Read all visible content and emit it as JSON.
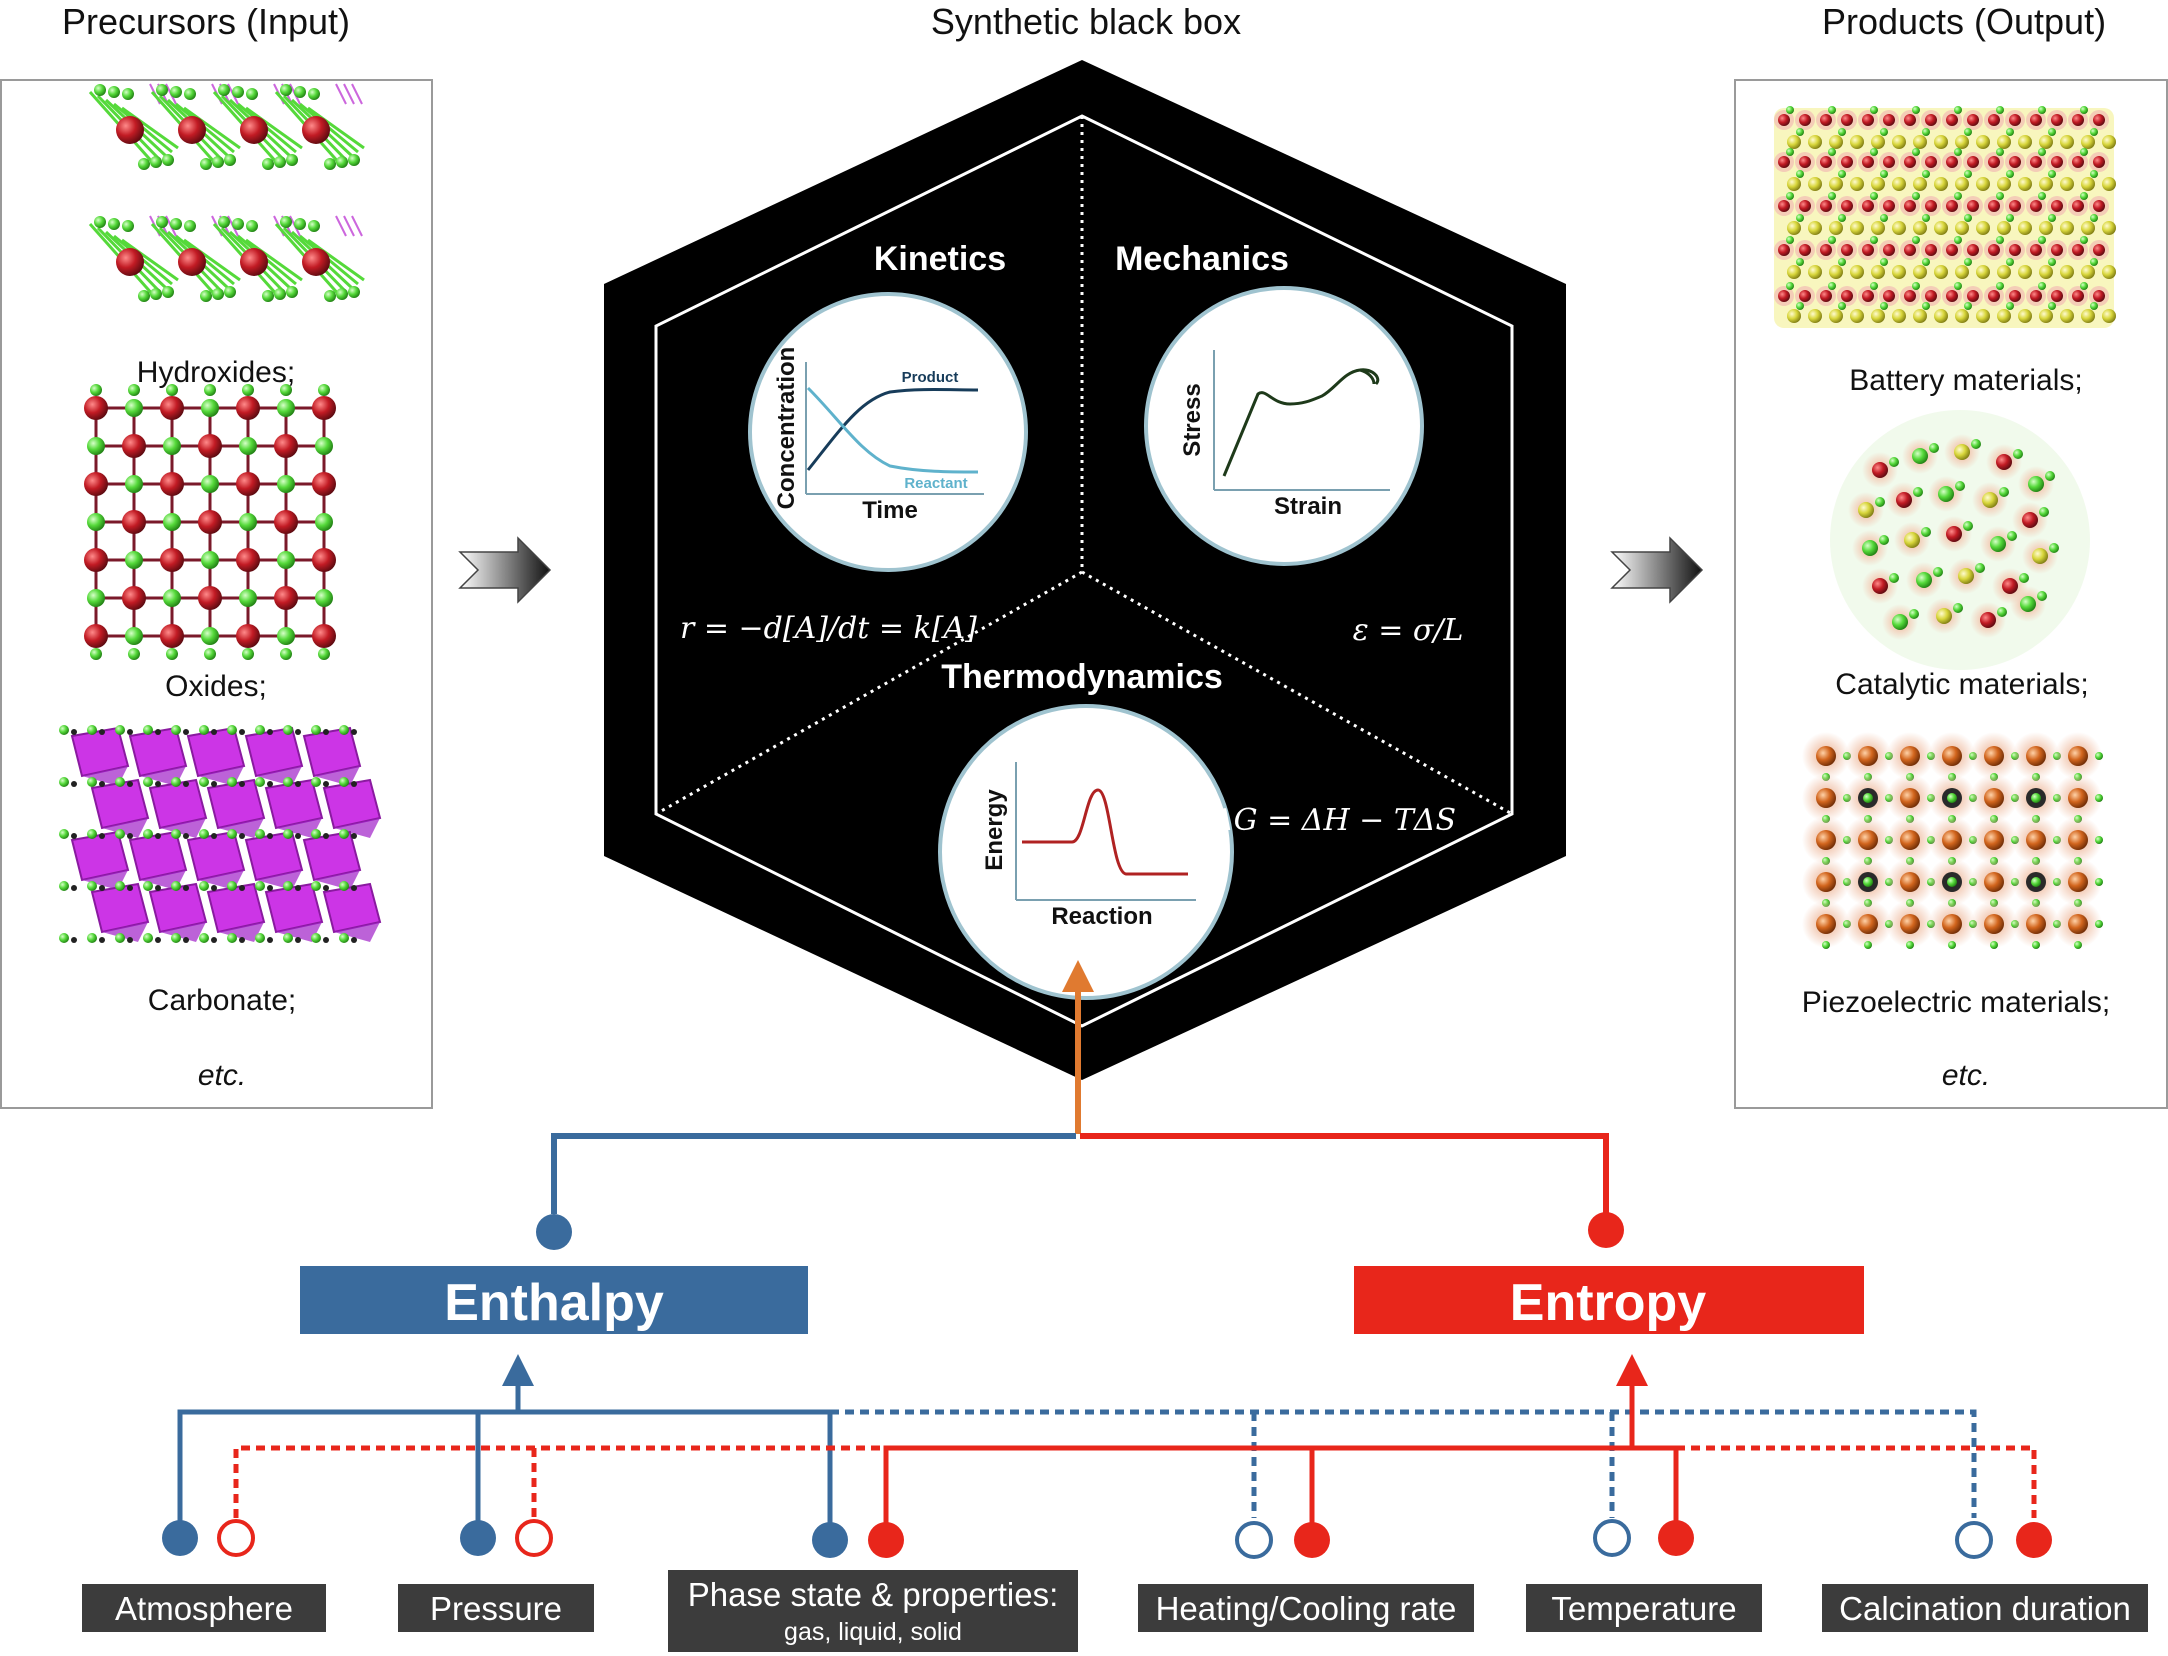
{
  "headings": {
    "input": "Precursors (Input)",
    "box": "Synthetic black box",
    "output": "Products (Output)"
  },
  "precursors": [
    "Hydroxides;",
    "Oxides;",
    "Carbonate;"
  ],
  "precursors_etc": "etc.",
  "products": [
    "Battery materials;",
    "Catalytic materials;",
    "Piezoelectric materials;"
  ],
  "products_etc": "etc.",
  "hexagon": {
    "kinetics": {
      "title": "Kinetics",
      "ylabel": "Concentration",
      "xlabel": "Time",
      "product": "Product",
      "reactant": "Reactant",
      "equation": "r = −d[A]/dt = k[A]"
    },
    "mechanics": {
      "title": "Mechanics",
      "ylabel": "Stress",
      "xlabel": "Strain",
      "equation": "ε = σ/L"
    },
    "thermodynamics": {
      "title": "Thermodynamics",
      "ylabel": "Energy",
      "xlabel": "Reaction",
      "equation": "ΔG = ΔH − TΔS"
    }
  },
  "enthalpy": "Enthalpy",
  "entropy": "Entropy",
  "factors": {
    "atmosphere": "Atmosphere",
    "pressure": "Pressure",
    "phase": "Phase state & properties:",
    "phase_sub": "gas, liquid, solid",
    "heating": "Heating/Cooling rate",
    "temperature": "Temperature",
    "calcination": "Calcination duration"
  },
  "colors": {
    "blue": "#3a6b9d",
    "red": "#e8261b",
    "orange": "#e07a30",
    "black": "#000000",
    "green": "#55d93a",
    "maroon": "#9b1b2c",
    "magenta": "#cc35e6"
  }
}
